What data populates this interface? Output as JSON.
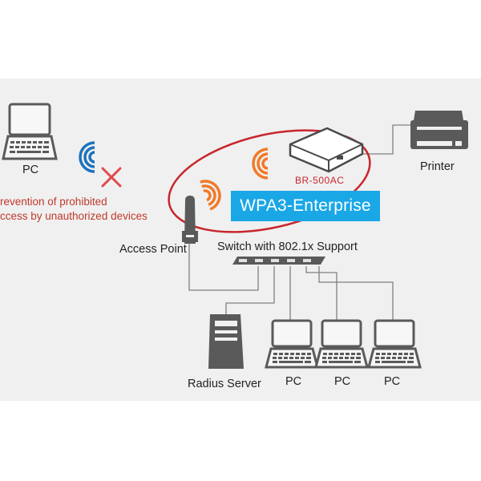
{
  "labels": {
    "pc_left": "PC",
    "prevention_line1": "revention of prohibited",
    "prevention_line2": "ccess by unauthorized devices",
    "printer": "Printer",
    "device_model": "BR-500AC",
    "security_badge": "WPA3-Enterprise",
    "access_point": "Access Point",
    "switch": "Switch with 802.1x Support",
    "radius_server": "Radius Server",
    "pc_1": "PC",
    "pc_2": "PC",
    "pc_3": "PC"
  },
  "colors": {
    "panel_bg": "#f0f0f0",
    "device_gray": "#5a5a5a",
    "wifi_orange": "#f07a2a",
    "wifi_blue": "#1e73be",
    "ellipse_red": "#c8262d",
    "x_red": "#e04a4a",
    "badge_blue": "#1aa7e6",
    "line_gray": "#808080"
  },
  "icons": {
    "laptop": "laptop-icon",
    "printer": "printer-icon",
    "router": "router-icon",
    "access_point": "access-point-icon",
    "switch": "switch-icon",
    "server": "server-icon",
    "wifi": "wifi-signal-icon",
    "blocked": "x-mark-icon"
  }
}
